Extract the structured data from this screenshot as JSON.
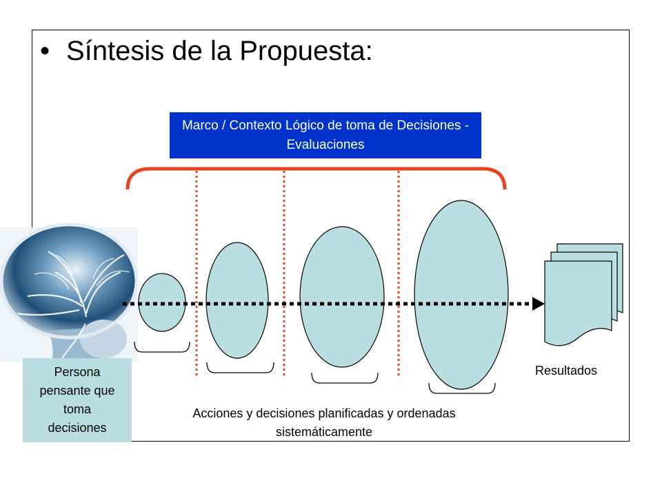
{
  "slide": {
    "bullet": "•",
    "title": "Síntesis de la Propuesta:"
  },
  "diagram": {
    "frame_label": "Marco / Contexto Lógico de toma de Decisiones - Evaluaciones",
    "person_label": "Persona pensante que toma decisiones",
    "results_label": "Resultados",
    "actions_caption": "Acciones y decisiones planificadas y ordenadas sistemáticamente",
    "icons": [
      "brain-xray-image",
      "documents-stack-icon",
      "arrow-right-icon"
    ]
  },
  "colors": {
    "frame_box_bg": "#0033cc",
    "person_box_bg": "#b9dde0",
    "ellipse_fill": "#b9dde0",
    "brace": "#e8421f",
    "divider": "#e8421f"
  }
}
